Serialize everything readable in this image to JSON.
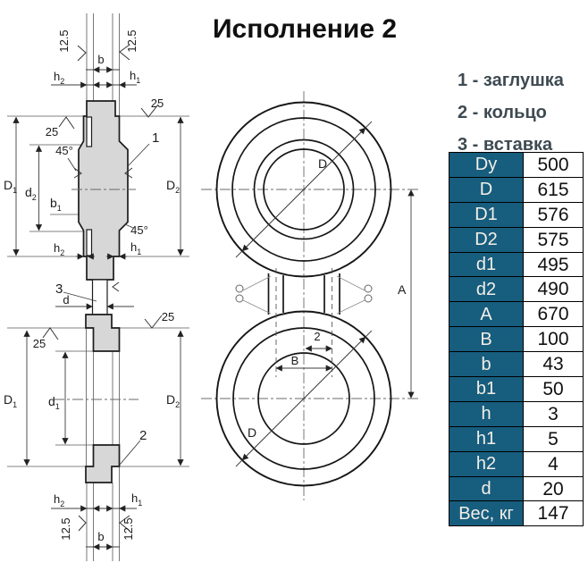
{
  "title": "Исполнение 2",
  "legend": {
    "items": [
      "1 - заглушка",
      "2 - кольцо",
      "3 - вставка"
    ]
  },
  "table": {
    "rows": [
      {
        "param": "Dy",
        "value": "500"
      },
      {
        "param": "D",
        "value": "615"
      },
      {
        "param": "D1",
        "value": "576"
      },
      {
        "param": "D2",
        "value": "575"
      },
      {
        "param": "d1",
        "value": "495"
      },
      {
        "param": "d2",
        "value": "490"
      },
      {
        "param": "A",
        "value": "670"
      },
      {
        "param": "B",
        "value": "100"
      },
      {
        "param": "b",
        "value": "43"
      },
      {
        "param": "b1",
        "value": "50"
      },
      {
        "param": "h",
        "value": "3"
      },
      {
        "param": "h1",
        "value": "5"
      },
      {
        "param": "h2",
        "value": "4"
      },
      {
        "param": "d",
        "value": "20"
      },
      {
        "param": "Вес, кг",
        "value": "147"
      }
    ]
  },
  "drawing": {
    "roughness_125": "12.5",
    "roughness_25": "25",
    "chamfer_45": "45°",
    "dim_b": "b",
    "dim_d": "d",
    "dim_D": "D",
    "dim_A": "A",
    "dim_B": "B",
    "part_1": "1",
    "part_2": "2",
    "part_3": "3",
    "dim_b1": {
      "main": "b",
      "sub": "1"
    },
    "dim_h1": {
      "main": "h",
      "sub": "1"
    },
    "dim_h2": {
      "main": "h",
      "sub": "2"
    },
    "dim_D1": {
      "main": "D",
      "sub": "1"
    },
    "dim_D2": {
      "main": "D",
      "sub": "2"
    },
    "dim_d1": {
      "main": "d",
      "sub": "1"
    },
    "dim_d2": {
      "main": "d",
      "sub": "2"
    },
    "colors": {
      "table_header_bg": "#175d7e",
      "legend_text": "#3e4a52",
      "fill_gray": "#d7d7d7"
    }
  }
}
